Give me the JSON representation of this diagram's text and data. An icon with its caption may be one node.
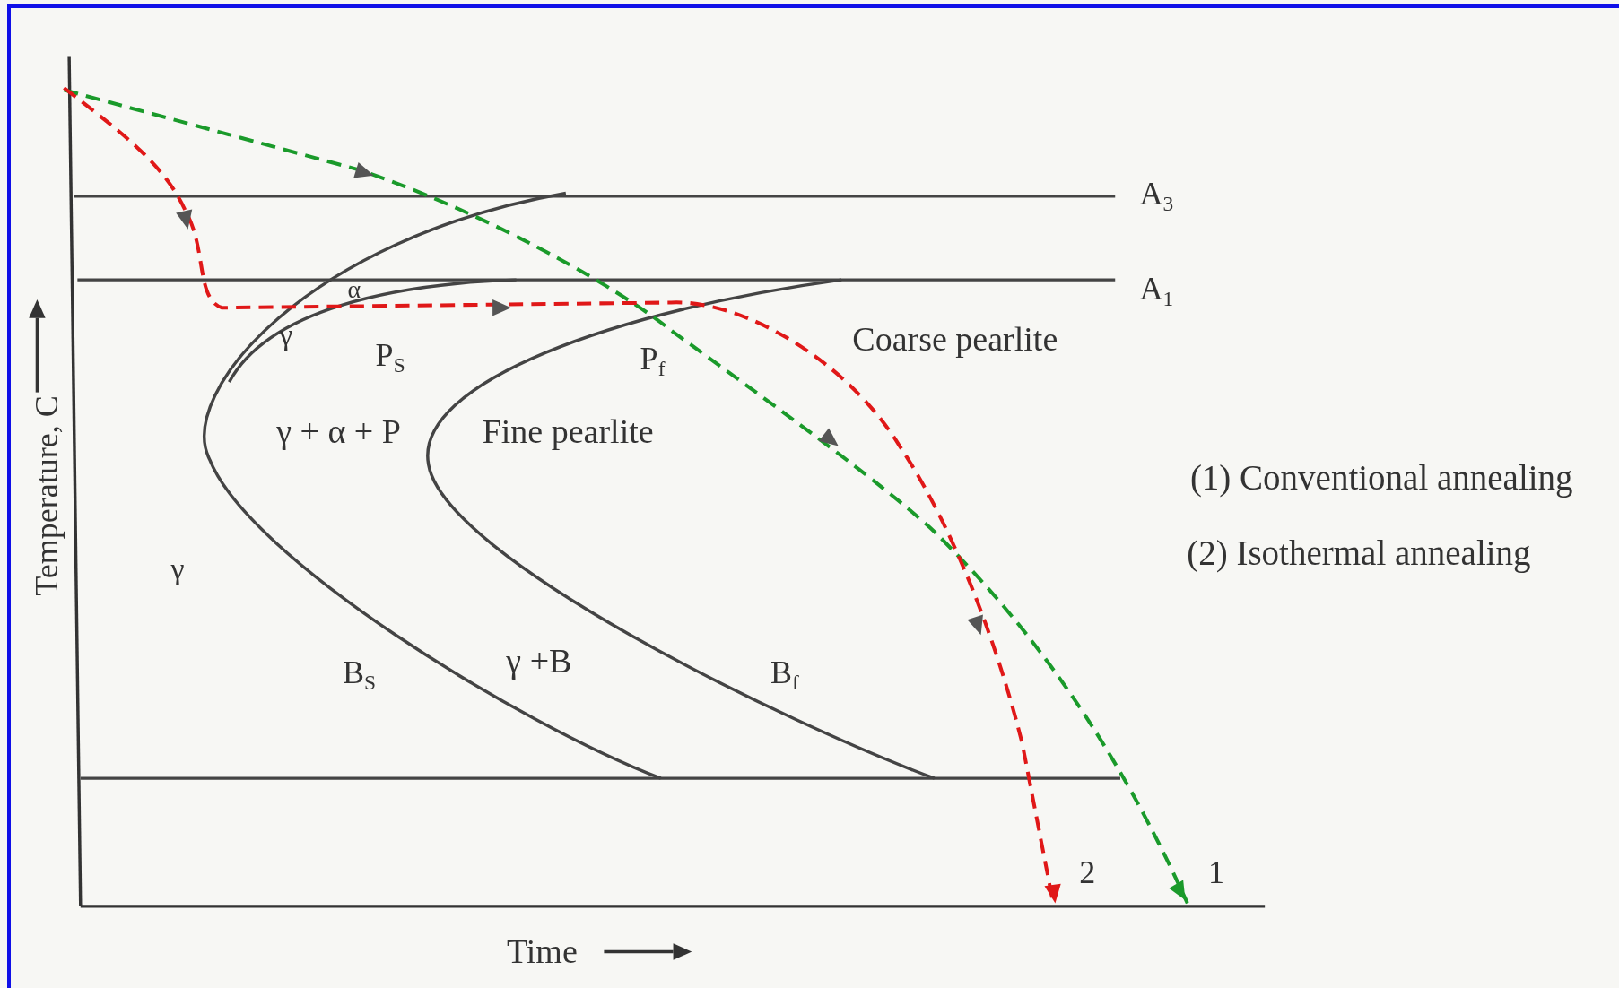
{
  "diagram": {
    "labels": [
      "A$_{3}$",
      "A$_{1}$",
      "α",
      "γ",
      "P$_{S}$",
      "P$_{f}$",
      "Coarse pearlite",
      "γ + α + P",
      "Fine pearlite",
      "(1) Conventional annealing",
      "(2) Isothermal annealing",
      "γ",
      "B$_{S}$",
      "γ +B",
      "B$_{f}$",
      "2",
      "1",
      "Time",
      "Temperature, C"
    ]
  }
}
